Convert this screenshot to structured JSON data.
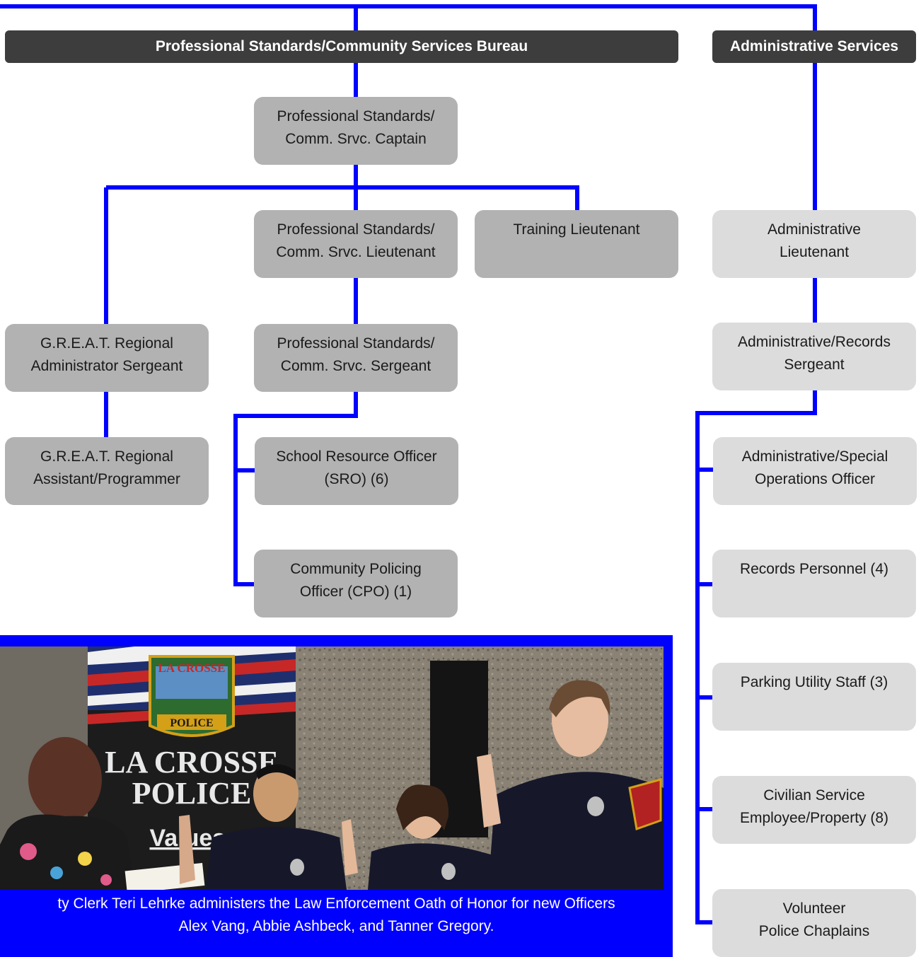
{
  "bureaus": {
    "professional_standards": "Professional Standards/Community Services Bureau",
    "administrative": "Administrative Services"
  },
  "positions": {
    "ps_captain": [
      "Professional Standards/",
      "Comm. Srvc. Captain"
    ],
    "ps_lieutenant": [
      "Professional Standards/",
      "Comm. Srvc. Lieutenant"
    ],
    "training_lieutenant": [
      "Training Lieutenant"
    ],
    "great_sergeant": [
      "G.R.E.A.T. Regional",
      "Administrator Sergeant"
    ],
    "great_assistant": [
      "G.R.E.A.T. Regional",
      "Assistant/Programmer"
    ],
    "ps_sergeant": [
      "Professional Standards/",
      "Comm. Srvc. Sergeant"
    ],
    "sro": [
      "School Resource Officer",
      "(SRO) (6)"
    ],
    "cpo": [
      "Community Policing",
      "Officer (CPO) (1)"
    ],
    "admin_lieutenant": [
      "Administrative",
      "Lieutenant"
    ],
    "admin_records_sergeant": [
      "Administrative/Records",
      "Sergeant"
    ],
    "admin_special_ops": [
      "Administrative/Special",
      "Operations Officer"
    ],
    "records_personnel": [
      "Records Personnel (4)"
    ],
    "parking_utility": [
      "Parking Utility Staff (3)"
    ],
    "civilian_service": [
      "Civilian Service",
      "Employee/Property (8)"
    ],
    "volunteer_chaplains": [
      "Volunteer",
      "Police Chaplains"
    ]
  },
  "photo": {
    "caption": [
      "ty Clerk Teri Lehrke administers the Law Enforcement Oath of Honor for new Officers",
      "Alex Vang, Abbie Ashbeck, and Tanner Gregory."
    ],
    "banner": {
      "patch_top": "LA CROSSE",
      "patch_bottom": "POLICE",
      "line1": "LA CROSSE",
      "line2": "POLICE",
      "line3": "Values:"
    }
  },
  "colors": {
    "connector": "#0000ff",
    "header_bg": "#3d3d3d",
    "box_dark": "#b2b2b2",
    "box_light": "#dcdcdc"
  }
}
